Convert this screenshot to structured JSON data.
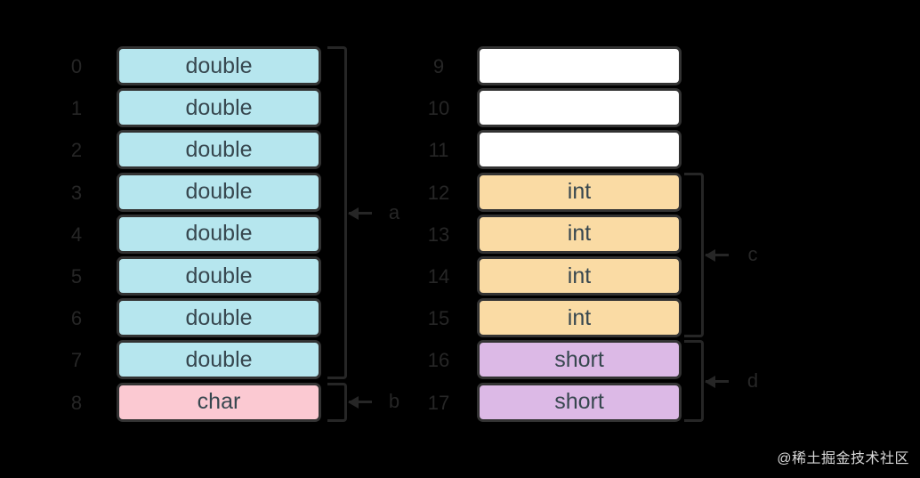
{
  "colors": {
    "background": "#000000",
    "cell_border": "#333333",
    "cell_text": "#37474f",
    "annotation": "#262626",
    "watermark_text": "#d9d9d9",
    "fills": {
      "double": "#b6e6ee",
      "char": "#fbc9d2",
      "int": "#fadba4",
      "short": "#dcb9e6",
      "padding": "#ffffff"
    }
  },
  "left_column": {
    "rows": [
      {
        "offset": "0",
        "label": "double",
        "fill": "double"
      },
      {
        "offset": "1",
        "label": "double",
        "fill": "double"
      },
      {
        "offset": "2",
        "label": "double",
        "fill": "double"
      },
      {
        "offset": "3",
        "label": "double",
        "fill": "double"
      },
      {
        "offset": "4",
        "label": "double",
        "fill": "double"
      },
      {
        "offset": "5",
        "label": "double",
        "fill": "double"
      },
      {
        "offset": "6",
        "label": "double",
        "fill": "double"
      },
      {
        "offset": "7",
        "label": "double",
        "fill": "double"
      },
      {
        "offset": "8",
        "label": "char",
        "fill": "char"
      }
    ]
  },
  "right_column": {
    "rows": [
      {
        "offset": "9",
        "label": "",
        "fill": "padding"
      },
      {
        "offset": "10",
        "label": "",
        "fill": "padding"
      },
      {
        "offset": "11",
        "label": "",
        "fill": "padding"
      },
      {
        "offset": "12",
        "label": "int",
        "fill": "int"
      },
      {
        "offset": "13",
        "label": "int",
        "fill": "int"
      },
      {
        "offset": "14",
        "label": "int",
        "fill": "int"
      },
      {
        "offset": "15",
        "label": "int",
        "fill": "int"
      },
      {
        "offset": "16",
        "label": "short",
        "fill": "short"
      },
      {
        "offset": "17",
        "label": "short",
        "fill": "short"
      }
    ]
  },
  "braces": [
    {
      "label": "a"
    },
    {
      "label": "b"
    },
    {
      "label": "c"
    },
    {
      "label": "d"
    }
  ],
  "watermark": "@稀土掘金技术社区"
}
